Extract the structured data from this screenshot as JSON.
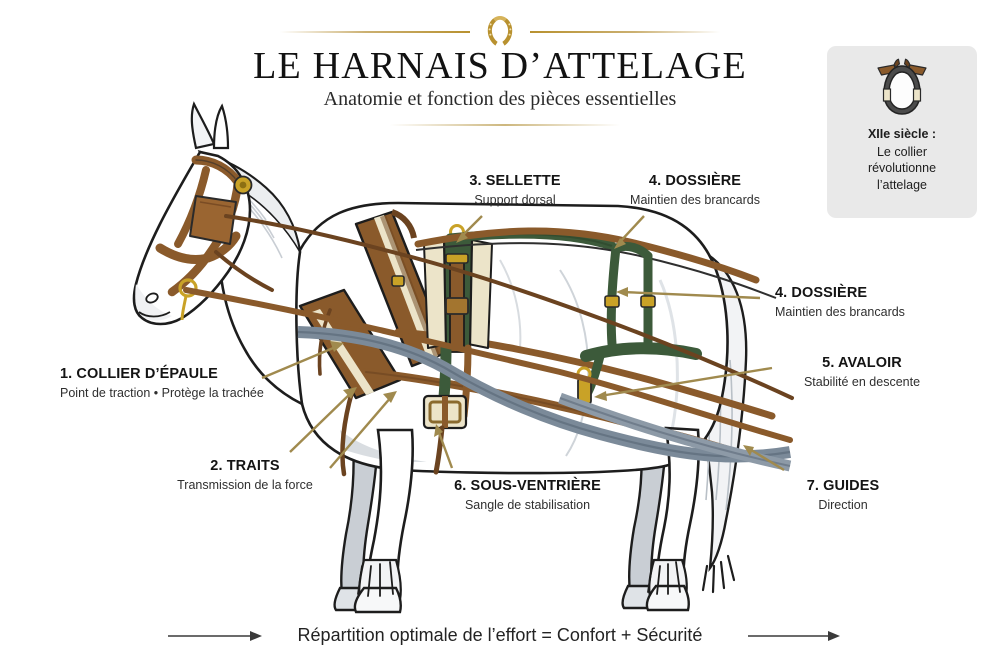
{
  "header": {
    "title": "LE HARNAIS D’ATTELAGE",
    "subtitle": "Anatomie et fonction des pièces essentielles",
    "ornament_icon": "horseshoe-icon",
    "accent_color": "#b8912f"
  },
  "info_card": {
    "icon": "horse-collar-icon",
    "heading": "XIIe siècle :",
    "line1": "Le collier",
    "line2": "révolutionne",
    "line3": "l’attelage",
    "background_color": "#e9e9e9"
  },
  "illustration": {
    "subject": "draft-horse-with-driving-harness",
    "horse_body_color": "#ffffff",
    "horse_shade_color": "#c7ccd2",
    "leather_color": "#8a5a2b",
    "leather_dark_color": "#6b4320",
    "pad_cream_color": "#ece4c9",
    "breeching_green_color": "#3c5a3a",
    "buckle_gold_color": "#c9a227",
    "shaft_blue_grey_color": "#7b8a99",
    "outline_color": "#1d1d1d",
    "arrow_color": "#a08a4e"
  },
  "labels": [
    {
      "id": "label-1-collier-epaule",
      "number_title": "1. COLLIER D’ÉPAULE",
      "subtitle": "Point de traction • Protège la trachée"
    },
    {
      "id": "label-2-traits",
      "number_title": "2. TRAITS",
      "subtitle": "Transmission de la force"
    },
    {
      "id": "label-3-sellette",
      "number_title": "3. SELLETTE",
      "subtitle": "Support dorsal"
    },
    {
      "id": "label-4-dossiere-top",
      "number_title": "4. DOSSIÈRE",
      "subtitle": "Maintien des brancards"
    },
    {
      "id": "label-4-dossiere-right",
      "number_title": "4. DOSSIÈRE",
      "subtitle": "Maintien des brancards"
    },
    {
      "id": "label-5-avaloir",
      "number_title": "5. AVALOIR",
      "subtitle": "Stabilité en descente"
    },
    {
      "id": "label-6-sous-ventriere",
      "number_title": "6. SOUS-VENTRIÈRE",
      "subtitle": "Sangle de stabilisation"
    },
    {
      "id": "label-7-guides",
      "number_title": "7. GUIDES",
      "subtitle": "Direction"
    }
  ],
  "footer": {
    "text": "Répartition optimale de l’effort = Confort + Sécurité",
    "left_arrow_icon": "arrow-right-icon",
    "right_arrow_icon": "arrow-right-icon",
    "arrow_color": "#3a3a3a"
  }
}
